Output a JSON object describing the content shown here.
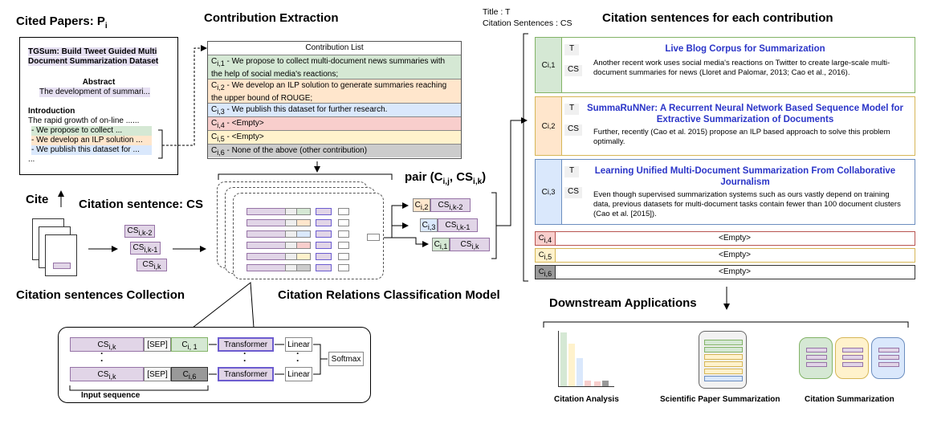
{
  "headings": {
    "cited_papers": "Cited Papers: P",
    "cited_papers_sub": "i",
    "contribution_extraction": "Contribution Extraction",
    "citation_sentences_each": "Citation sentences for each contribution",
    "cite": "Cite",
    "citation_sentence_cs": "Citation sentence: CS",
    "collection": "Citation sentences Collection",
    "model": "Citation Relations Classification Model",
    "downstream": "Downstream Applications",
    "pair": "pair (C",
    "pair_sub1": "i,j",
    "pair_mid": ", CS",
    "pair_sub2": "i,k",
    "pair_end": ")"
  },
  "legend": {
    "line1": "Title : T",
    "line2": "Citation Sentences : CS"
  },
  "paper": {
    "title": "TGSum: Build Tweet Guided Multi Document Summarization Dataset",
    "abstract_heading": "Abstract",
    "abstract_text": "The development of summari...",
    "intro_heading": "Introduction",
    "intro_text": "The rapid growth of on-line ......",
    "bullets": [
      "- We propose to collect ...",
      "- We develop an ILP solution ...",
      "- We publish this dataset for ..."
    ],
    "ellipsis": "..."
  },
  "contribution_list": {
    "header": "Contribution List",
    "items": [
      {
        "label": "C",
        "sub": "i,1",
        "text": " - We propose to collect multi-document news summaries with the help of social media's reactions;",
        "color": "#d5e8d4"
      },
      {
        "label": "C",
        "sub": "i,2",
        "text": " - We develop an ILP solution to generate summaries reaching the upper bound of ROUGE;",
        "color": "#ffe6cc"
      },
      {
        "label": "C",
        "sub": "i,3",
        "text": " - We publish this dataset for further research.",
        "color": "#dae8fc"
      },
      {
        "label": "C",
        "sub": "i,4",
        "text": " - <Empty>",
        "color": "#f8cecc"
      },
      {
        "label": "C",
        "sub": "i,5",
        "text": " - <Empty>",
        "color": "#fff2cc"
      },
      {
        "label": "C",
        "sub": "i,6",
        "text": " - None of the above (other contribution)",
        "color": "#cccccc"
      }
    ]
  },
  "cs_stack": [
    {
      "label": "CS",
      "sub": "i,k-2"
    },
    {
      "label": "CS",
      "sub": "i,k-1"
    },
    {
      "label": "CS",
      "sub": "i,k"
    }
  ],
  "pairs": [
    {
      "c": "C",
      "c_sub": "i,2",
      "cs": "CS",
      "cs_sub": "i,k-2"
    },
    {
      "c": "C",
      "c_sub": "i,3",
      "cs": "CS",
      "cs_sub": "i,k-1"
    },
    {
      "c": "C",
      "c_sub": "i,1",
      "cs": "CS",
      "cs_sub": "i,k"
    }
  ],
  "results": [
    {
      "label": "C",
      "sub": "i,1",
      "t": "T",
      "cs": "CS",
      "title": "Live Blog Corpus for Summarization",
      "text": "Another recent work uses social media's reactions on Twitter to create large-scale multi-document summaries for news (Lloret and Palomar, 2013; Cao et al., 2016).",
      "color": "#d5e8d4",
      "border": "#82b366"
    },
    {
      "label": "C",
      "sub": "i,2",
      "t": "T",
      "cs": "CS",
      "title": "SummaRuNNer: A Recurrent Neural Network Based Sequence Model for Extractive Summarization of Documents",
      "text": "Further, recently (Cao et al. 2015) propose an ILP based approach to solve this problem optimally.",
      "color": "#ffe6cc",
      "border": "#d6b656"
    },
    {
      "label": "C",
      "sub": "i,3",
      "t": "T",
      "cs": "CS",
      "title": "Learning Unified Multi-Document Summarization From Collaborative Journalism",
      "text": "Even though supervised summarization systems such as ours vastly depend on training data, previous datasets for multi-document tasks contain fewer than 100 document clusters (Cao et al. [2015]).",
      "color": "#dae8fc",
      "border": "#6c8ebf"
    }
  ],
  "empty_results": [
    {
      "label": "C",
      "sub": "i,4",
      "text": "<Empty>",
      "color": "#f8cecc",
      "border": "#b85450"
    },
    {
      "label": "C",
      "sub": "i,5",
      "text": "<Empty>",
      "color": "#fff2cc",
      "border": "#d6b656"
    },
    {
      "label": "C",
      "sub": "i,6",
      "text": "<Empty>",
      "color": "#999999",
      "border": "#333333"
    }
  ],
  "model_detail": {
    "row1": {
      "cs": "CS",
      "cs_sub": "i,k",
      "sep": "[SEP]",
      "c": "C",
      "c_sub": "i, 1"
    },
    "row2": {
      "cs": "CS",
      "cs_sub": "i,k",
      "sep": "[SEP]",
      "c": "C",
      "c_sub": "i,6"
    },
    "transformer": "Transformer",
    "linear": "Linear",
    "softmax": "Softmax",
    "input_sequence": "Input sequence"
  },
  "applications": [
    "Citation Analysis",
    "Scientific Paper Summarization",
    "Citation Summarization"
  ]
}
